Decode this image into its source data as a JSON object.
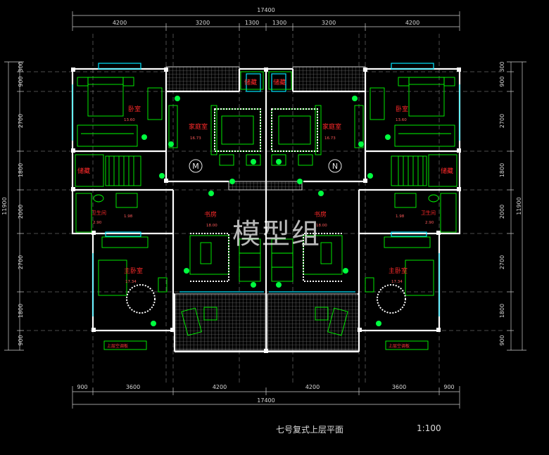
{
  "dimensions": {
    "top_total": "17400",
    "top_segments": [
      "4200",
      "3200",
      "1300",
      "1300",
      "3200",
      "4200"
    ],
    "bottom_total": "17400",
    "bottom_segments": [
      "900",
      "3600",
      "4200",
      "4200",
      "3600",
      "900"
    ],
    "left_total": "11900",
    "left_segments": [
      "300",
      "900",
      "2700",
      "1800",
      "2000",
      "2700",
      "1800",
      "900"
    ],
    "right_total": "11900",
    "right_segments": [
      "300",
      "900",
      "2700",
      "1800",
      "2000",
      "2700",
      "1800",
      "900"
    ]
  },
  "rooms": {
    "bedroom": "卧室",
    "bedroom_area": "13.60",
    "family_room": "家庭室",
    "family_room_area": "16.73",
    "storage": "储藏",
    "bathroom": "卫生间",
    "bathroom_area": "2.90",
    "bathroom_area_small": "1.98",
    "study": "书房",
    "study_area": "18.00",
    "master_bedroom": "主卧室",
    "master_bedroom_area": "17.34",
    "note": "上层空调板"
  },
  "axes": {
    "left": "M",
    "right": "N"
  },
  "title": "七号复式上层平面",
  "scale": "1:100",
  "watermark": "模型组",
  "colors": {
    "background": "#000000",
    "wall": "#ffffff",
    "furniture": "#00ff00",
    "window": "#00e5ff",
    "dimension": "#d8d8d8",
    "room_label": "#ff2a2a",
    "plant": "#00ff40"
  }
}
